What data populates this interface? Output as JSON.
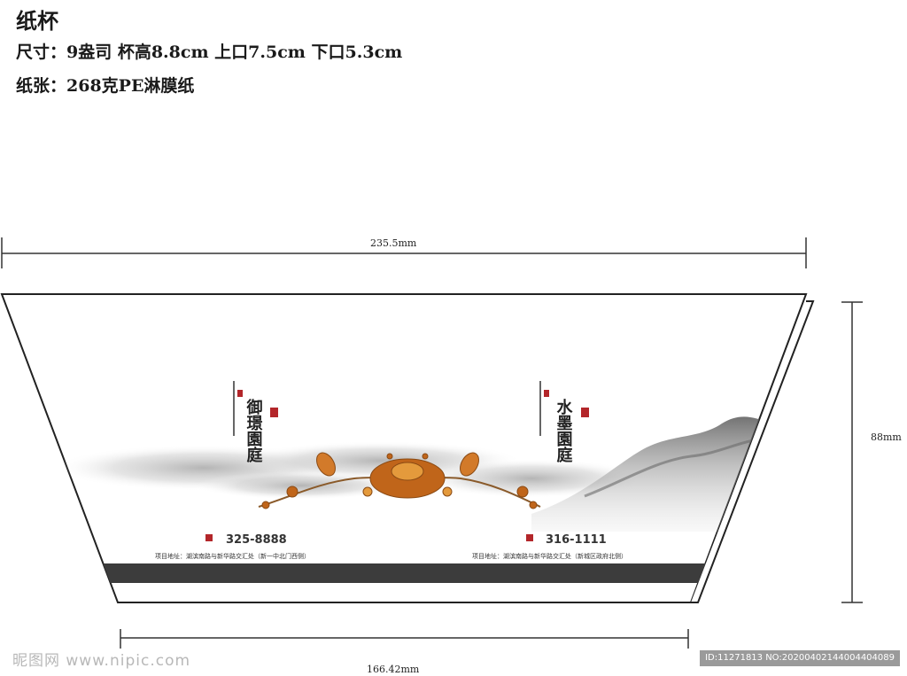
{
  "header": {
    "title": "纸杯",
    "size_line": "尺寸：9盎司  杯高8.8cm  上口7.5cm   下口5.3cm",
    "paper_line": "纸张：268克PE淋膜纸"
  },
  "dimensions": {
    "top_width": "235.5mm",
    "bottom_width": "166.42mm",
    "height": "88mm"
  },
  "artwork": {
    "left_brand": "御璟園庭",
    "right_brand": "水墨園庭",
    "left_phone": "325-8888",
    "right_phone": "316-1111",
    "left_address": "项目地址：湖滨南路与新华路交汇处（新一中北门西侧）",
    "right_address": "项目地址：湖滨南路与新华路交汇处（新城区政府北侧）",
    "colors": {
      "band": "#3c3c3c",
      "seal": "#b3262a",
      "floral": "#c0651a",
      "ink": "#8a8a8a"
    }
  },
  "watermarks": {
    "left": "昵图网 www.nipic.com",
    "right": "ID:11271813 NO:20200402144004404089"
  }
}
